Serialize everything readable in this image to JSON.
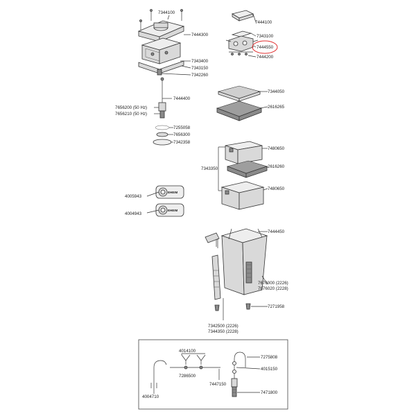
{
  "labels": {
    "l7344100a": "7344100",
    "l7444300": "7444300",
    "l7343400": "7343400",
    "l7343150": "7343150",
    "l7342260": "7342260",
    "l7444100b": "7444100",
    "l7343100": "7343100",
    "l7444550": "7444550",
    "l7444200": "7444200",
    "l7444400": "7444400",
    "l7656200": "7656200  (50 Hz)",
    "l7656210": "7656210  (50 Hz)",
    "l7255058": "7255058",
    "l7656300": "7656300",
    "l7342358": "7342358",
    "l7344050": "7344050",
    "l2616265": "2616265",
    "l7480650a": "7480650",
    "l7343350": "7343350",
    "l2616260": "2616260",
    "l7480650b": "7480650",
    "l4005943": "4005943",
    "l4004943": "4004943",
    "l7444450": "7444450",
    "l7676000": "7676000  (2226)",
    "l7676020": "7676020  (2228)",
    "l7271958": "7271958",
    "l7342500": "7342500  (2226)",
    "l7344350": "7344350  (2228)",
    "l4014100": "4014100",
    "l7286500": "7286500",
    "l7447150": "7447150",
    "l4004710": "4004710",
    "l7275808": "7275808",
    "l4015150": "4015150",
    "l7471800": "7471800"
  },
  "brand_text": "EHEIM",
  "highlight_color": "#e03030"
}
